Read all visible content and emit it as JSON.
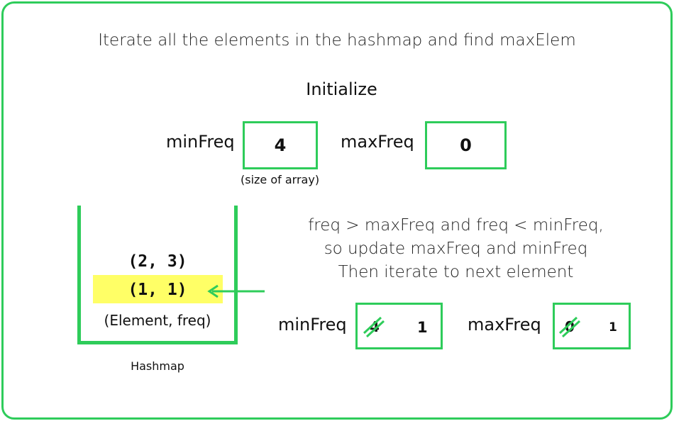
{
  "title": "Iterate all the elements in the hashmap and find maxElem",
  "initialize_label": "Initialize",
  "init_row": {
    "min_label": "minFreq",
    "min_value": "4",
    "min_note": "(size of array)",
    "max_label": "maxFreq",
    "max_value": "0"
  },
  "hashmap": {
    "entries": [
      "(2, 3)",
      "(1, 1)"
    ],
    "header": "(Element, freq)",
    "caption": "Hashmap",
    "highlighted_index": 1
  },
  "description": {
    "line1": "freq > maxFreq and freq < minFreq,",
    "line2": "so update maxFreq and minFreq",
    "line3": "Then iterate to next element"
  },
  "update_row": {
    "min_label": "minFreq",
    "min_old": "4",
    "min_new": "1",
    "max_label": "maxFreq",
    "max_old": "0",
    "max_new": "1"
  },
  "colors": {
    "accent": "#2ecc5a",
    "highlight": "#ffff66"
  }
}
